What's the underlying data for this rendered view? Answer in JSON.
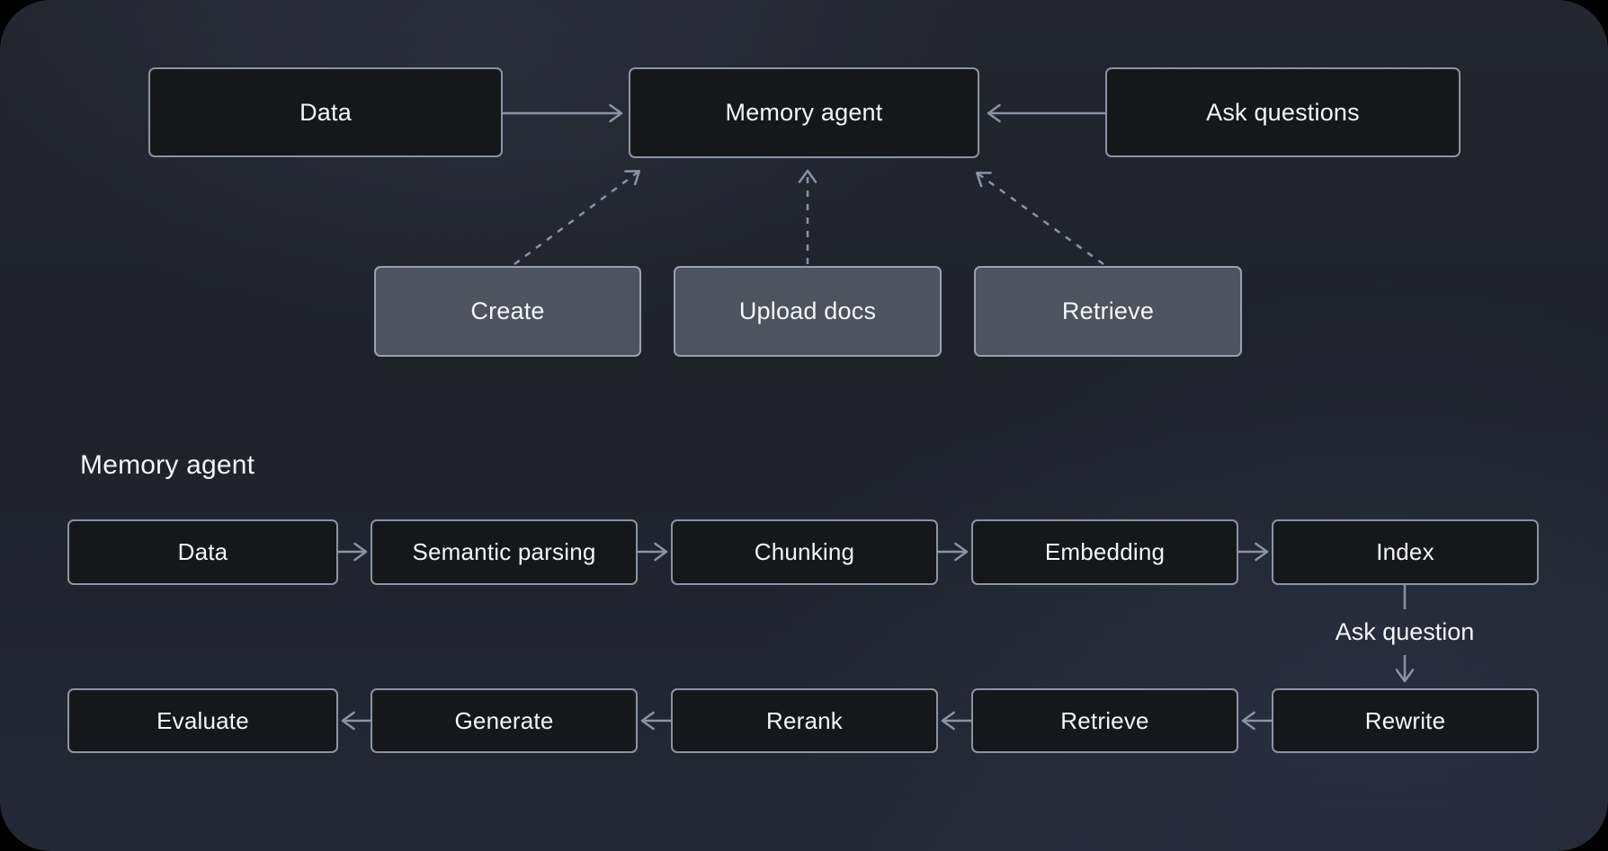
{
  "colors": {
    "background": "#22252e",
    "node_dark_fill": "#16171b",
    "node_mid_fill": "#4d5460",
    "node_border": "#8b93a6",
    "arrow": "#8b93a6",
    "text": "#f5f6f8"
  },
  "overview": {
    "nodes": {
      "data": "Data",
      "memory_agent": "Memory agent",
      "ask_questions": "Ask questions",
      "create": "Create",
      "upload_docs": "Upload docs",
      "retrieve": "Retrieve"
    },
    "edges": [
      {
        "from": "Data",
        "to": "Memory agent",
        "style": "solid"
      },
      {
        "from": "Ask questions",
        "to": "Memory agent",
        "style": "solid"
      },
      {
        "from": "Create",
        "to": "Memory agent",
        "style": "dashed"
      },
      {
        "from": "Upload docs",
        "to": "Memory agent",
        "style": "dashed"
      },
      {
        "from": "Retrieve",
        "to": "Memory agent",
        "style": "dashed"
      }
    ]
  },
  "detail": {
    "section_title": "Memory agent",
    "row1": {
      "data": "Data",
      "semantic_parsing": "Semantic parsing",
      "chunking": "Chunking",
      "embedding": "Embedding",
      "index": "Index"
    },
    "edge_label": "Ask question",
    "row2": {
      "evaluate": "Evaluate",
      "generate": "Generate",
      "rerank": "Rerank",
      "retrieve": "Retrieve",
      "rewrite": "Rewrite"
    },
    "edges": [
      {
        "from": "Data",
        "to": "Semantic parsing",
        "style": "solid"
      },
      {
        "from": "Semantic parsing",
        "to": "Chunking",
        "style": "solid"
      },
      {
        "from": "Chunking",
        "to": "Embedding",
        "style": "solid"
      },
      {
        "from": "Embedding",
        "to": "Index",
        "style": "solid"
      },
      {
        "from": "Index",
        "to": "Rewrite",
        "style": "solid",
        "label": "Ask question"
      },
      {
        "from": "Rewrite",
        "to": "Retrieve",
        "style": "solid"
      },
      {
        "from": "Retrieve",
        "to": "Rerank",
        "style": "solid"
      },
      {
        "from": "Rerank",
        "to": "Generate",
        "style": "solid"
      },
      {
        "from": "Generate",
        "to": "Evaluate",
        "style": "solid"
      }
    ]
  }
}
